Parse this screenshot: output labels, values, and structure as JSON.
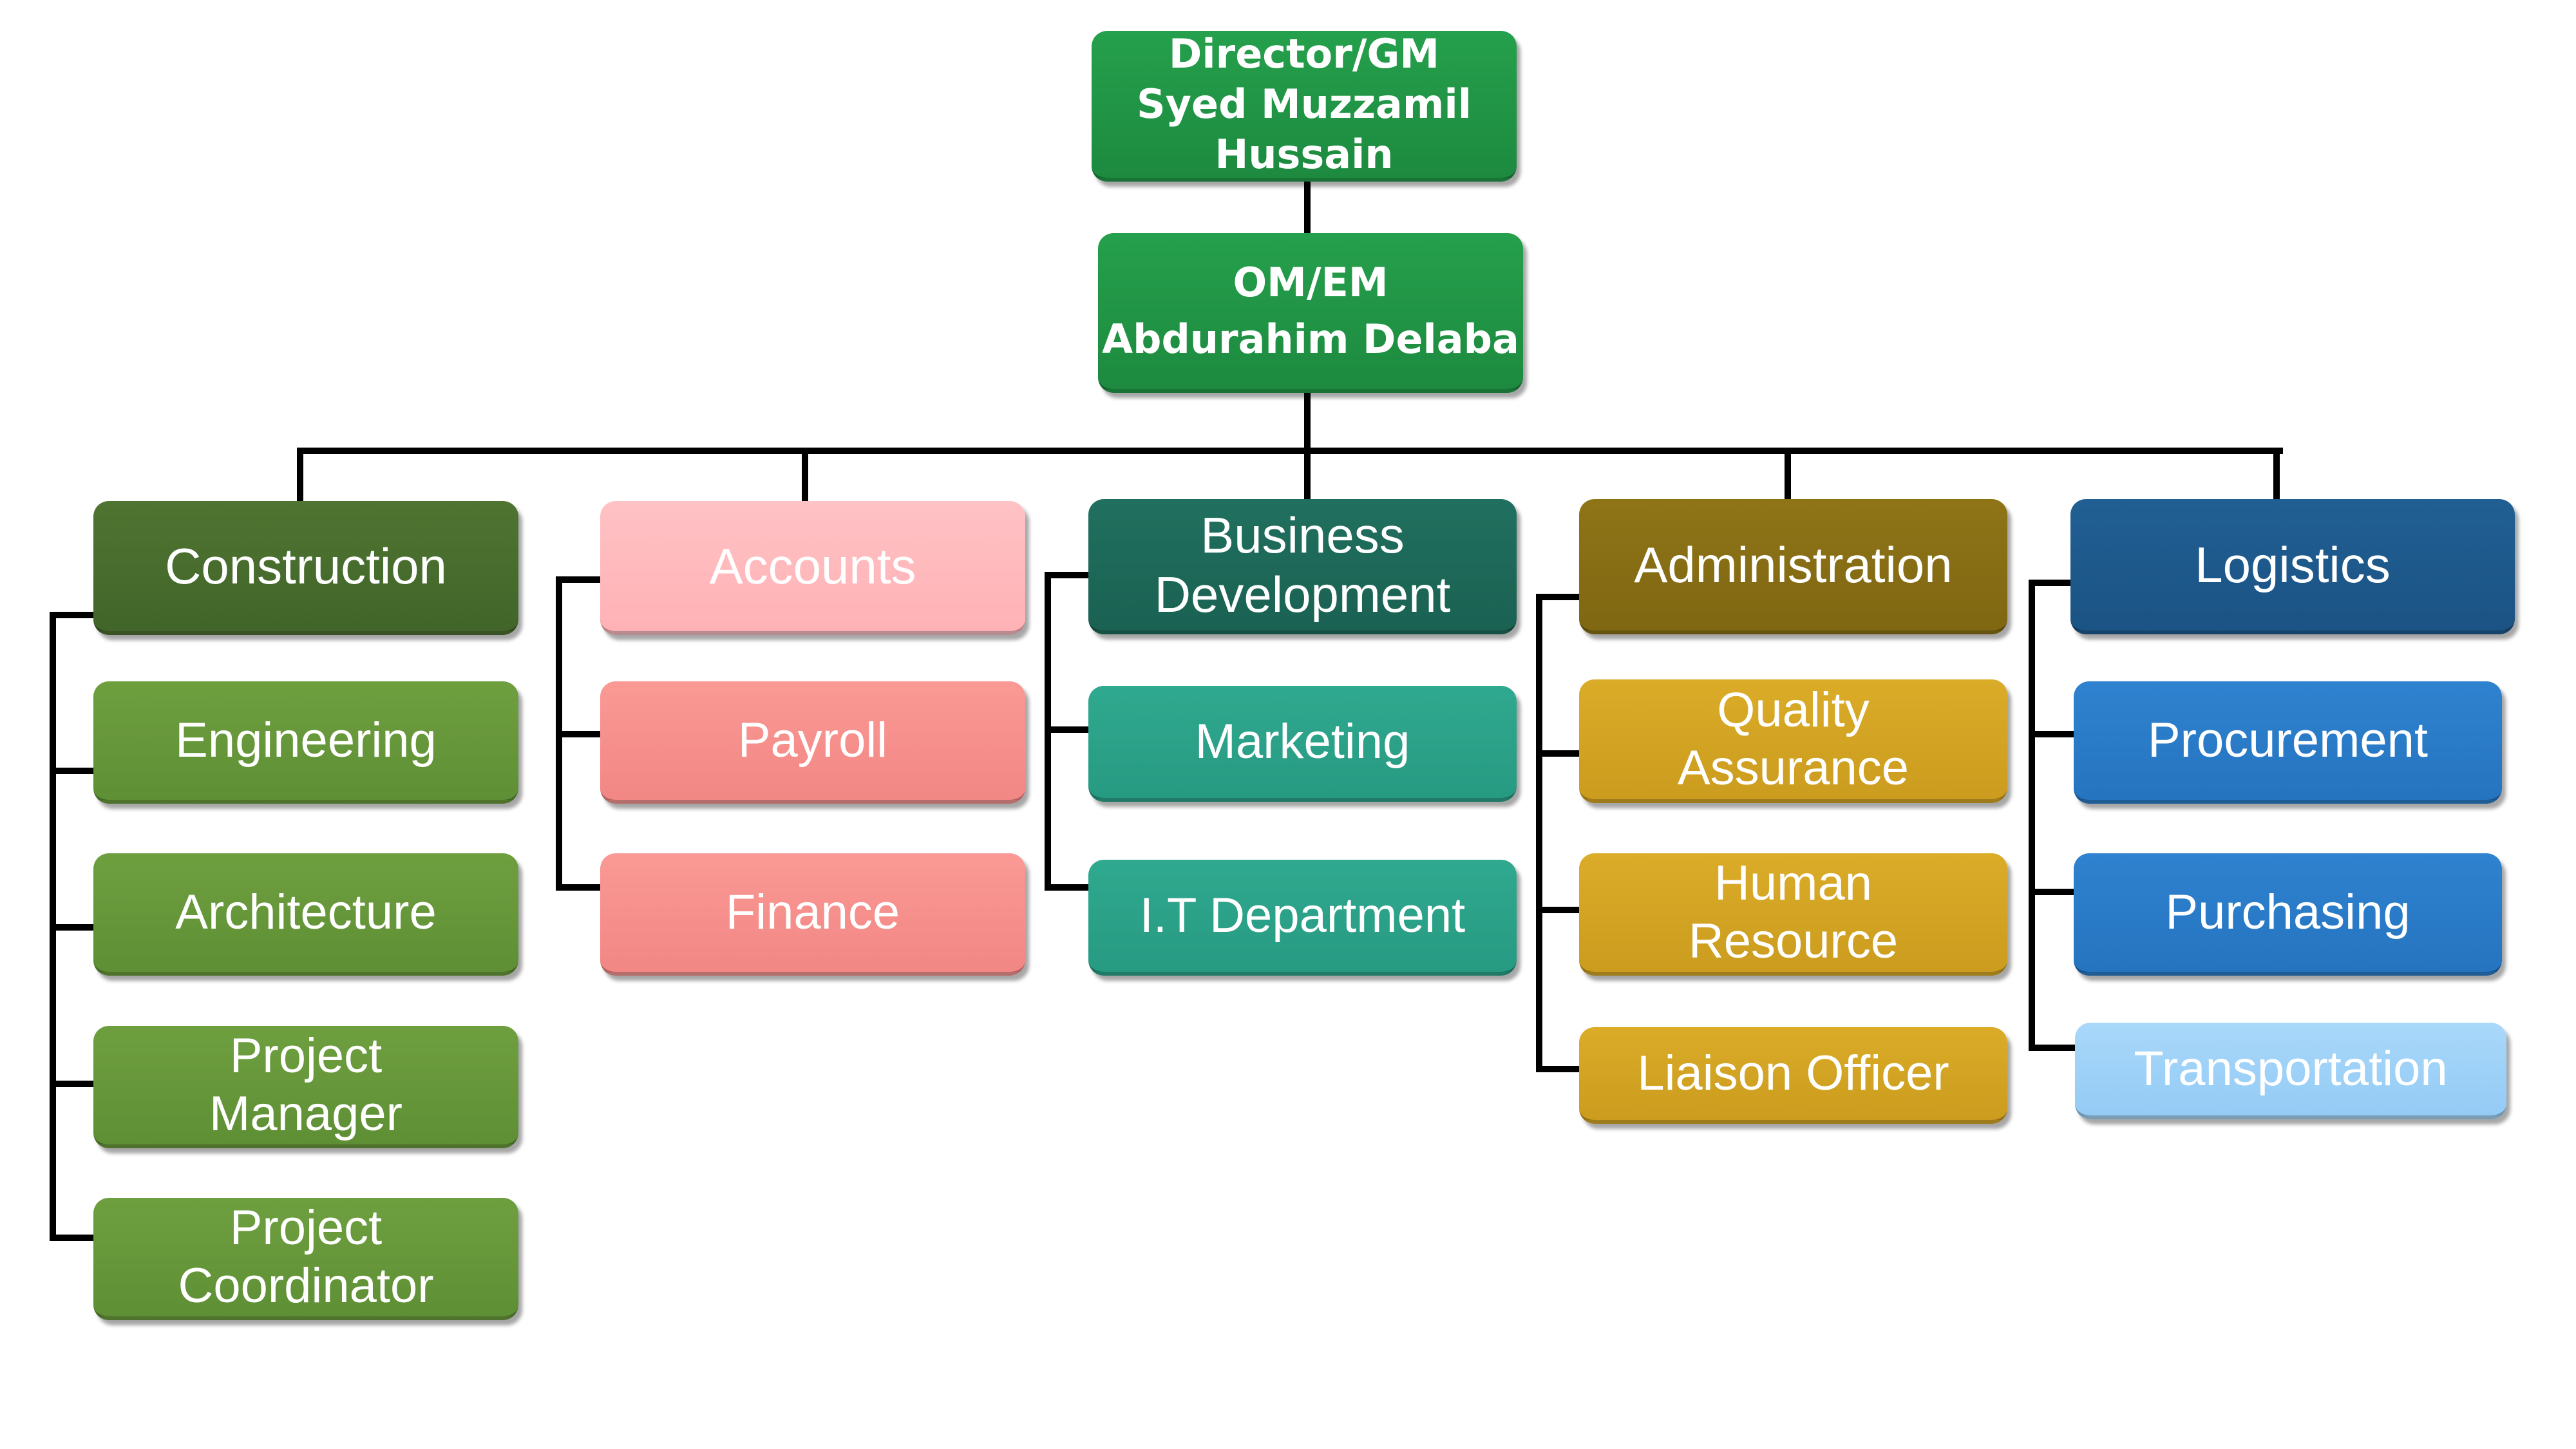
{
  "executives": [
    {
      "id": "director",
      "text": "Director/GM\nSyed Muzzamil\nHussain"
    },
    {
      "id": "om",
      "text": "OM/EM\nAbdurahim Delaba"
    }
  ],
  "departments": [
    {
      "id": "construction",
      "label": "Construction",
      "color": "#4a6e2e",
      "text_color": "#ffffff",
      "children": [
        {
          "label": "Engineering",
          "color": "#679a3b"
        },
        {
          "label": "Architecture",
          "color": "#679a3b"
        },
        {
          "label": "Project\nManager",
          "color": "#679a3b"
        },
        {
          "label": "Project\nCoordinator",
          "color": "#679a3b"
        }
      ]
    },
    {
      "id": "accounts",
      "label": "Accounts",
      "color": "#ffbabd",
      "text_color": "#ffffff",
      "children": [
        {
          "label": "Payroll",
          "color": "#f6908c"
        },
        {
          "label": "Finance",
          "color": "#f6908c"
        }
      ]
    },
    {
      "id": "business-development",
      "label": "Business\nDevelopment",
      "color": "#1e6a5a",
      "text_color": "#ffffff",
      "children": [
        {
          "label": "Marketing",
          "color": "#2ba289"
        },
        {
          "label": "I.T Department",
          "color": "#2ba289"
        }
      ]
    },
    {
      "id": "administration",
      "label": "Administration",
      "color": "#876d15",
      "text_color": "#ffffff",
      "children": [
        {
          "label": "Quality\nAssurance",
          "color": "#d3a423"
        },
        {
          "label": "Human\nResource",
          "color": "#d3a423"
        },
        {
          "label": "Liaison Officer",
          "color": "#d3a423"
        }
      ]
    },
    {
      "id": "logistics",
      "label": "Logistics",
      "color": "#1e598b",
      "text_color": "#ffffff",
      "children": [
        {
          "label": "Procurement",
          "color": "#2b7bc8"
        },
        {
          "label": "Purchasing",
          "color": "#2b7bc8"
        },
        {
          "label": "Transportation",
          "color": "#a0d2f8"
        }
      ]
    }
  ]
}
